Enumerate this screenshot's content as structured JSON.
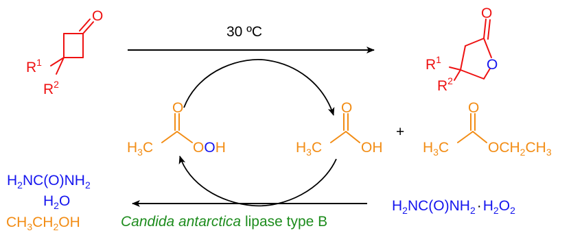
{
  "colors": {
    "red": "#ee1111",
    "orange": "#f28c14",
    "blue": "#1414ee",
    "green": "#1d8c1d",
    "black": "#000000"
  },
  "reaction": {
    "condition": "30 ºC",
    "enzyme": "Candida antarctica",
    "enzyme_suffix": " lipase type B",
    "plus": "+"
  },
  "reactant": {
    "atom_o": "O",
    "r_letter": "R",
    "r1_sup": "1",
    "r2_sup": "2"
  },
  "product": {
    "atom_o_carbonyl": "O",
    "atom_o_ring": "O",
    "r_letter": "R",
    "r1_sup": "1",
    "r2_sup": "2"
  },
  "peracetic_acid": {
    "carbonyl_o": "O",
    "h3c_h": "H",
    "h3c_sub": "3",
    "h3c_c": "C",
    "o1": "O",
    "o2": "O",
    "h": "H"
  },
  "acetic_acid": {
    "carbonyl_o": "O",
    "h3c_h": "H",
    "h3c_sub": "3",
    "h3c_c": "C",
    "oh": "OH"
  },
  "ethyl_acetate": {
    "carbonyl_o": "O",
    "h3c_h": "H",
    "h3c_sub": "3",
    "h3c_c": "C",
    "o": "OCH",
    "sub2": "2",
    "ch": "CH",
    "sub3": "3"
  },
  "byproducts": {
    "urea": {
      "h": "H",
      "sub2a": "2",
      "mid": "NC(O)NH",
      "sub2b": "2"
    },
    "water": {
      "h": "H",
      "sub2": "2",
      "o": "O"
    },
    "ethanol": {
      "ch": "CH",
      "sub3": "3",
      "ch2": "CH",
      "sub2": "2",
      "oh": "OH"
    }
  },
  "oxidant": {
    "h": "H",
    "sub2a": "2",
    "mid": "NC(O)NH",
    "sub2b": "2",
    "dot": "·",
    "h2": "H",
    "sub2c": "2",
    "o": "O",
    "sub2d": "2"
  }
}
